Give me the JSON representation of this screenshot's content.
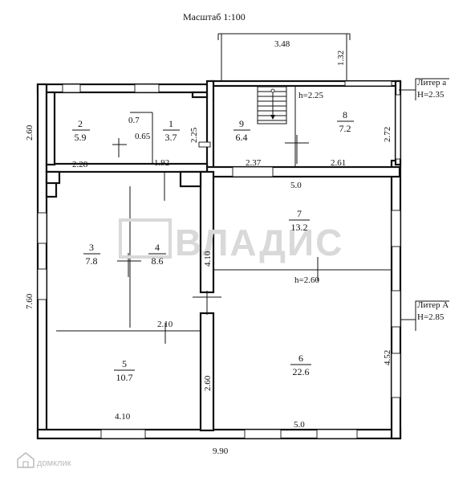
{
  "scale_title": "Масштаб 1:100",
  "watermark": "ВЛАДИС",
  "domclick_text": "домклик",
  "liters": [
    {
      "name": "Литер а",
      "height": "H=2.35"
    },
    {
      "name": "Литер А",
      "height": "H=2.85"
    }
  ],
  "rooms": [
    {
      "number": "1",
      "area": "3.7"
    },
    {
      "number": "2",
      "area": "5.9"
    },
    {
      "number": "3",
      "area": "7.8"
    },
    {
      "number": "4",
      "area": "8.6"
    },
    {
      "number": "5",
      "area": "10.7"
    },
    {
      "number": "6",
      "area": "22.6"
    },
    {
      "number": "7",
      "area": "13.2"
    },
    {
      "number": "8",
      "area": "7.2"
    },
    {
      "number": "9",
      "area": "6.4"
    }
  ],
  "dimensions": {
    "porch_width": "3.48",
    "porch_depth": "1.32",
    "left_top": "2.60",
    "left_bottom": "7.60",
    "room2_width": "2.28",
    "corridor_width": "1.92",
    "room1_a": "0.7",
    "room1_b": "0.65",
    "room9_height": "2.25",
    "room9_width": "2.37",
    "room8_width": "2.61",
    "room8_height": "2.72",
    "stair_height": "h=2.25",
    "room7_width": "5.0",
    "room7_height_label": "h=2.60",
    "wall_4_10": "4.10",
    "room5_top": "2.10",
    "room5_side": "2.60",
    "room5_bottom": "4.10",
    "room6_side": "4.52",
    "room6_bottom": "5.0",
    "total_width": "9.90"
  }
}
